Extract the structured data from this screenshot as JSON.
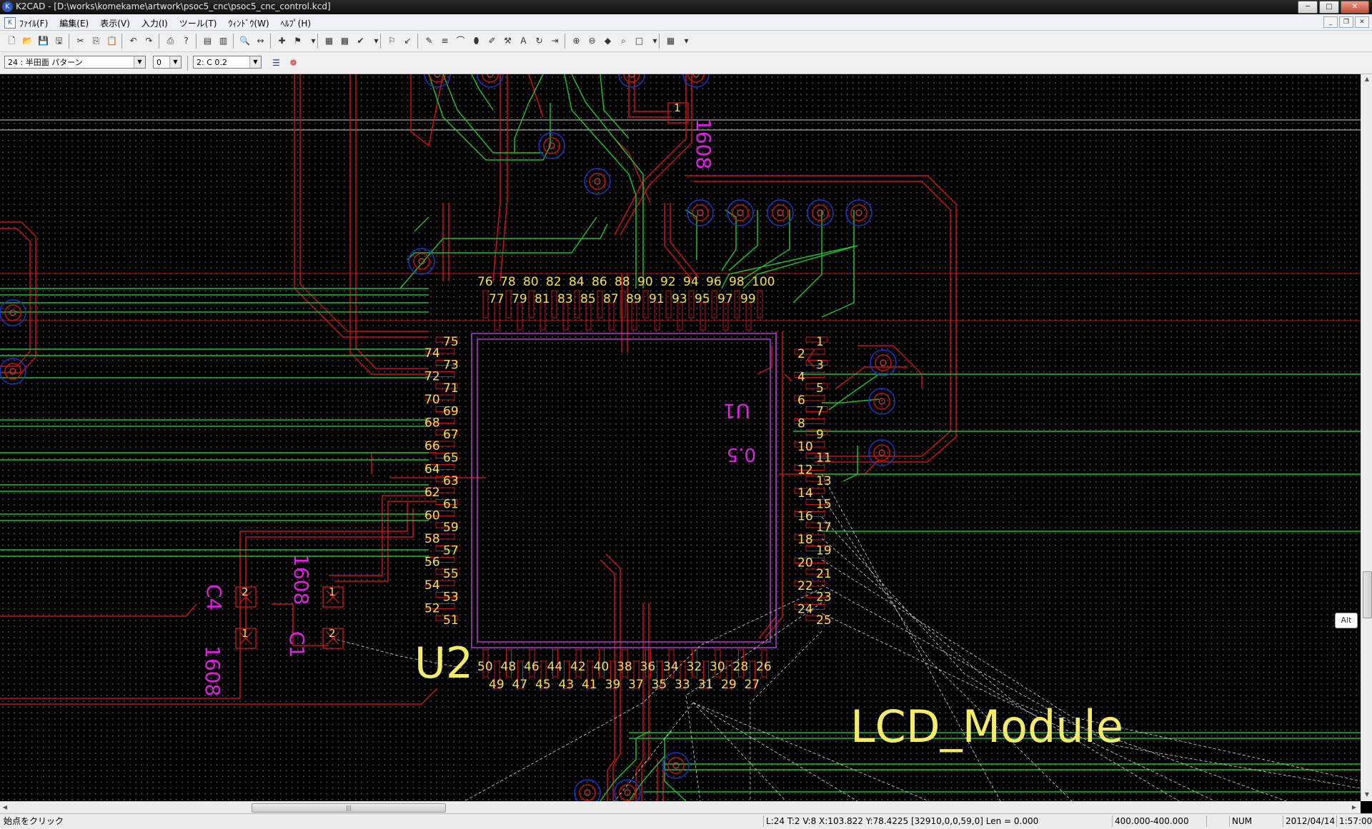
{
  "window": {
    "title": "K2CAD - [D:\\works\\komekame\\artwork\\psoc5_cnc\\psoc5_cnc_control.kcd]",
    "app_icon": "k2cad-logo-icon"
  },
  "menu": {
    "items": [
      "ﾌｧｲﾙ(F)",
      "編集(E)",
      "表示(V)",
      "入力(I)",
      "ツール(T)",
      "ｳｨﾝﾄﾞｳ(W)",
      "ﾍﾙﾌﾟ(H)"
    ]
  },
  "toolbar2": {
    "layer_combo": "24 : 半田面 パターン",
    "snap_combo": "0",
    "line_combo": "2: C 0.2"
  },
  "canvas": {
    "labels": {
      "u2": "U2",
      "u1": "U1",
      "u1_value": "0.5",
      "lcd": "LCD_Module",
      "c4": "C4",
      "c1": "C1",
      "part_1608": "1608"
    },
    "top_pins_row1": [
      "76",
      "78",
      "80",
      "82",
      "84",
      "86",
      "88",
      "90",
      "92",
      "94",
      "96",
      "98",
      "100"
    ],
    "top_pins_row2": [
      "77",
      "79",
      "81",
      "83",
      "85",
      "87",
      "89",
      "91",
      "93",
      "95",
      "97",
      "99"
    ],
    "left_pins_col1": [
      "74",
      "72",
      "70",
      "68",
      "66",
      "64",
      "62",
      "60",
      "58",
      "56",
      "54",
      "52"
    ],
    "left_pins_col2": [
      "75",
      "73",
      "71",
      "69",
      "67",
      "65",
      "63",
      "61",
      "59",
      "57",
      "55",
      "53",
      "51"
    ],
    "right_pins_col1": [
      "2",
      "4",
      "6",
      "8",
      "10",
      "12",
      "14",
      "16",
      "18",
      "20",
      "22",
      "24"
    ],
    "right_pins_col2": [
      "1",
      "3",
      "5",
      "7",
      "9",
      "11",
      "13",
      "15",
      "17",
      "19",
      "21",
      "23",
      "25"
    ],
    "bottom_pins_row1": [
      "50",
      "48",
      "46",
      "44",
      "42",
      "40",
      "38",
      "36",
      "34",
      "32",
      "30",
      "28",
      "26"
    ],
    "bottom_pins_row2": [
      "49",
      "47",
      "45",
      "43",
      "41",
      "39",
      "37",
      "35",
      "33",
      "31",
      "29",
      "27"
    ],
    "pad_labels": [
      "1",
      "2"
    ]
  },
  "alt_badge": "Alt",
  "status": {
    "prompt": "始点をクリック",
    "coords": "L:24 T:2 V:8 X:103.822 Y:78.4225 [32910,0,0,59,0] Len = 0.000",
    "range": "400.000-400.000",
    "num": "NUM",
    "date": "2012/04/14",
    "time": "1:57:00"
  },
  "colors": {
    "trace_red": "#c81414",
    "trace_green": "#1fbd2a",
    "pin_yellow": "#f0e050",
    "silk_magenta": "#e020e0",
    "via_blue": "#1a36c8",
    "outline_purple": "#b040d0"
  }
}
